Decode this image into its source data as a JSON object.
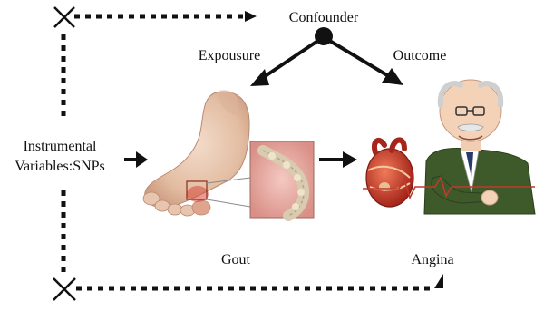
{
  "diagram": {
    "labels": {
      "confounder": "Confounder",
      "exposure": "Expousure",
      "outcome": "Outcome",
      "instrument_line1": "Instrumental",
      "instrument_line2": "Variables:SNPs",
      "exposure_name": "Gout",
      "outcome_name": "Angina"
    },
    "colors": {
      "line": "#111111",
      "background": "#ffffff",
      "skin": "#e9cdb8",
      "joint_highlight": "#d7483a",
      "crystal": "#d9cbb0",
      "heart": "#c0392b",
      "vest": "#3f5a2a",
      "ecg": "#c0392b"
    },
    "icons": {
      "left_top_cross": "x-mark-icon",
      "left_bottom_cross": "x-mark-icon",
      "exposure_image": "gout-foot-illustration",
      "outcome_image": "elderly-man-with-heart-illustration"
    }
  }
}
